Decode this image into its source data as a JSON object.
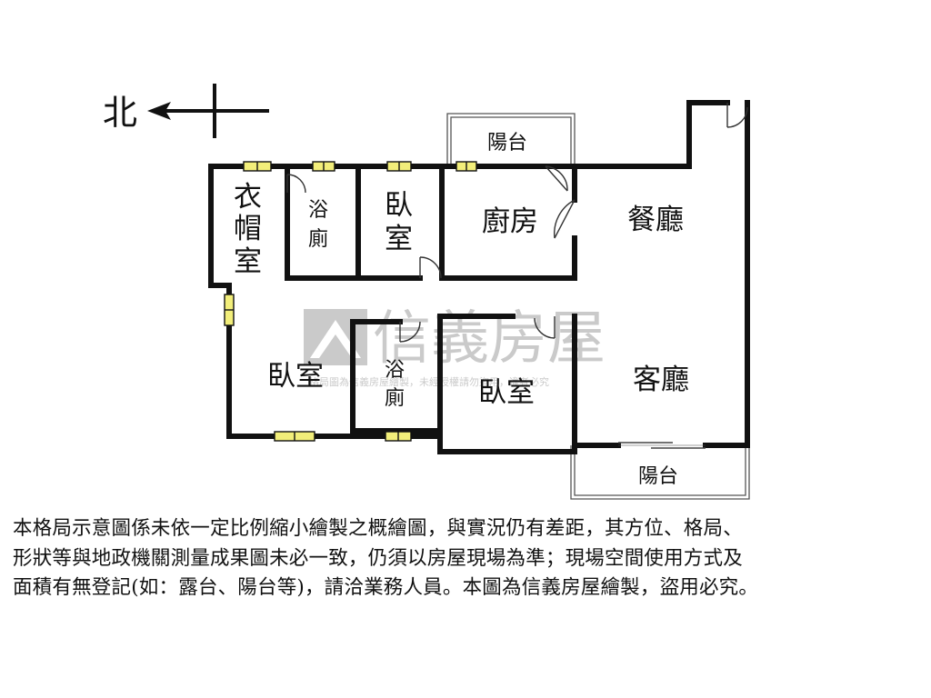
{
  "compass": {
    "label": "北"
  },
  "rooms": {
    "cloakroom": [
      "衣",
      "帽",
      "室"
    ],
    "bath_north": [
      "浴",
      "廁"
    ],
    "bedroom_north": [
      "臥",
      "室"
    ],
    "kitchen": "廚房",
    "dining": "餐廳",
    "balcony_top": "陽台",
    "bedroom_west": "臥室",
    "bath_south": [
      "浴",
      "廁"
    ],
    "bedroom_south": "臥室",
    "living": "客廳",
    "balcony_bottom": "陽台"
  },
  "watermark": {
    "brand": "信義房屋",
    "note": "格局圖為信義房屋繪製，未經授權請勿盜用，違者必究"
  },
  "disclaimer": [
    "本格局示意圖係未依一定比例縮小繪製之概繪圖，與實況仍有差距，其方位、格局、",
    "形狀等與地政機關測量成果圖未必一致，仍須以房屋現場為準；現場空間使用方式及",
    "面積有無登記(如：露台、陽台等)，請洽業務人員。本圖為信義房屋繪製，盜用必究。"
  ],
  "colors": {
    "wall": "#111111",
    "window_fill": "#f2ee7a",
    "watermark": "#9a9a9a"
  }
}
